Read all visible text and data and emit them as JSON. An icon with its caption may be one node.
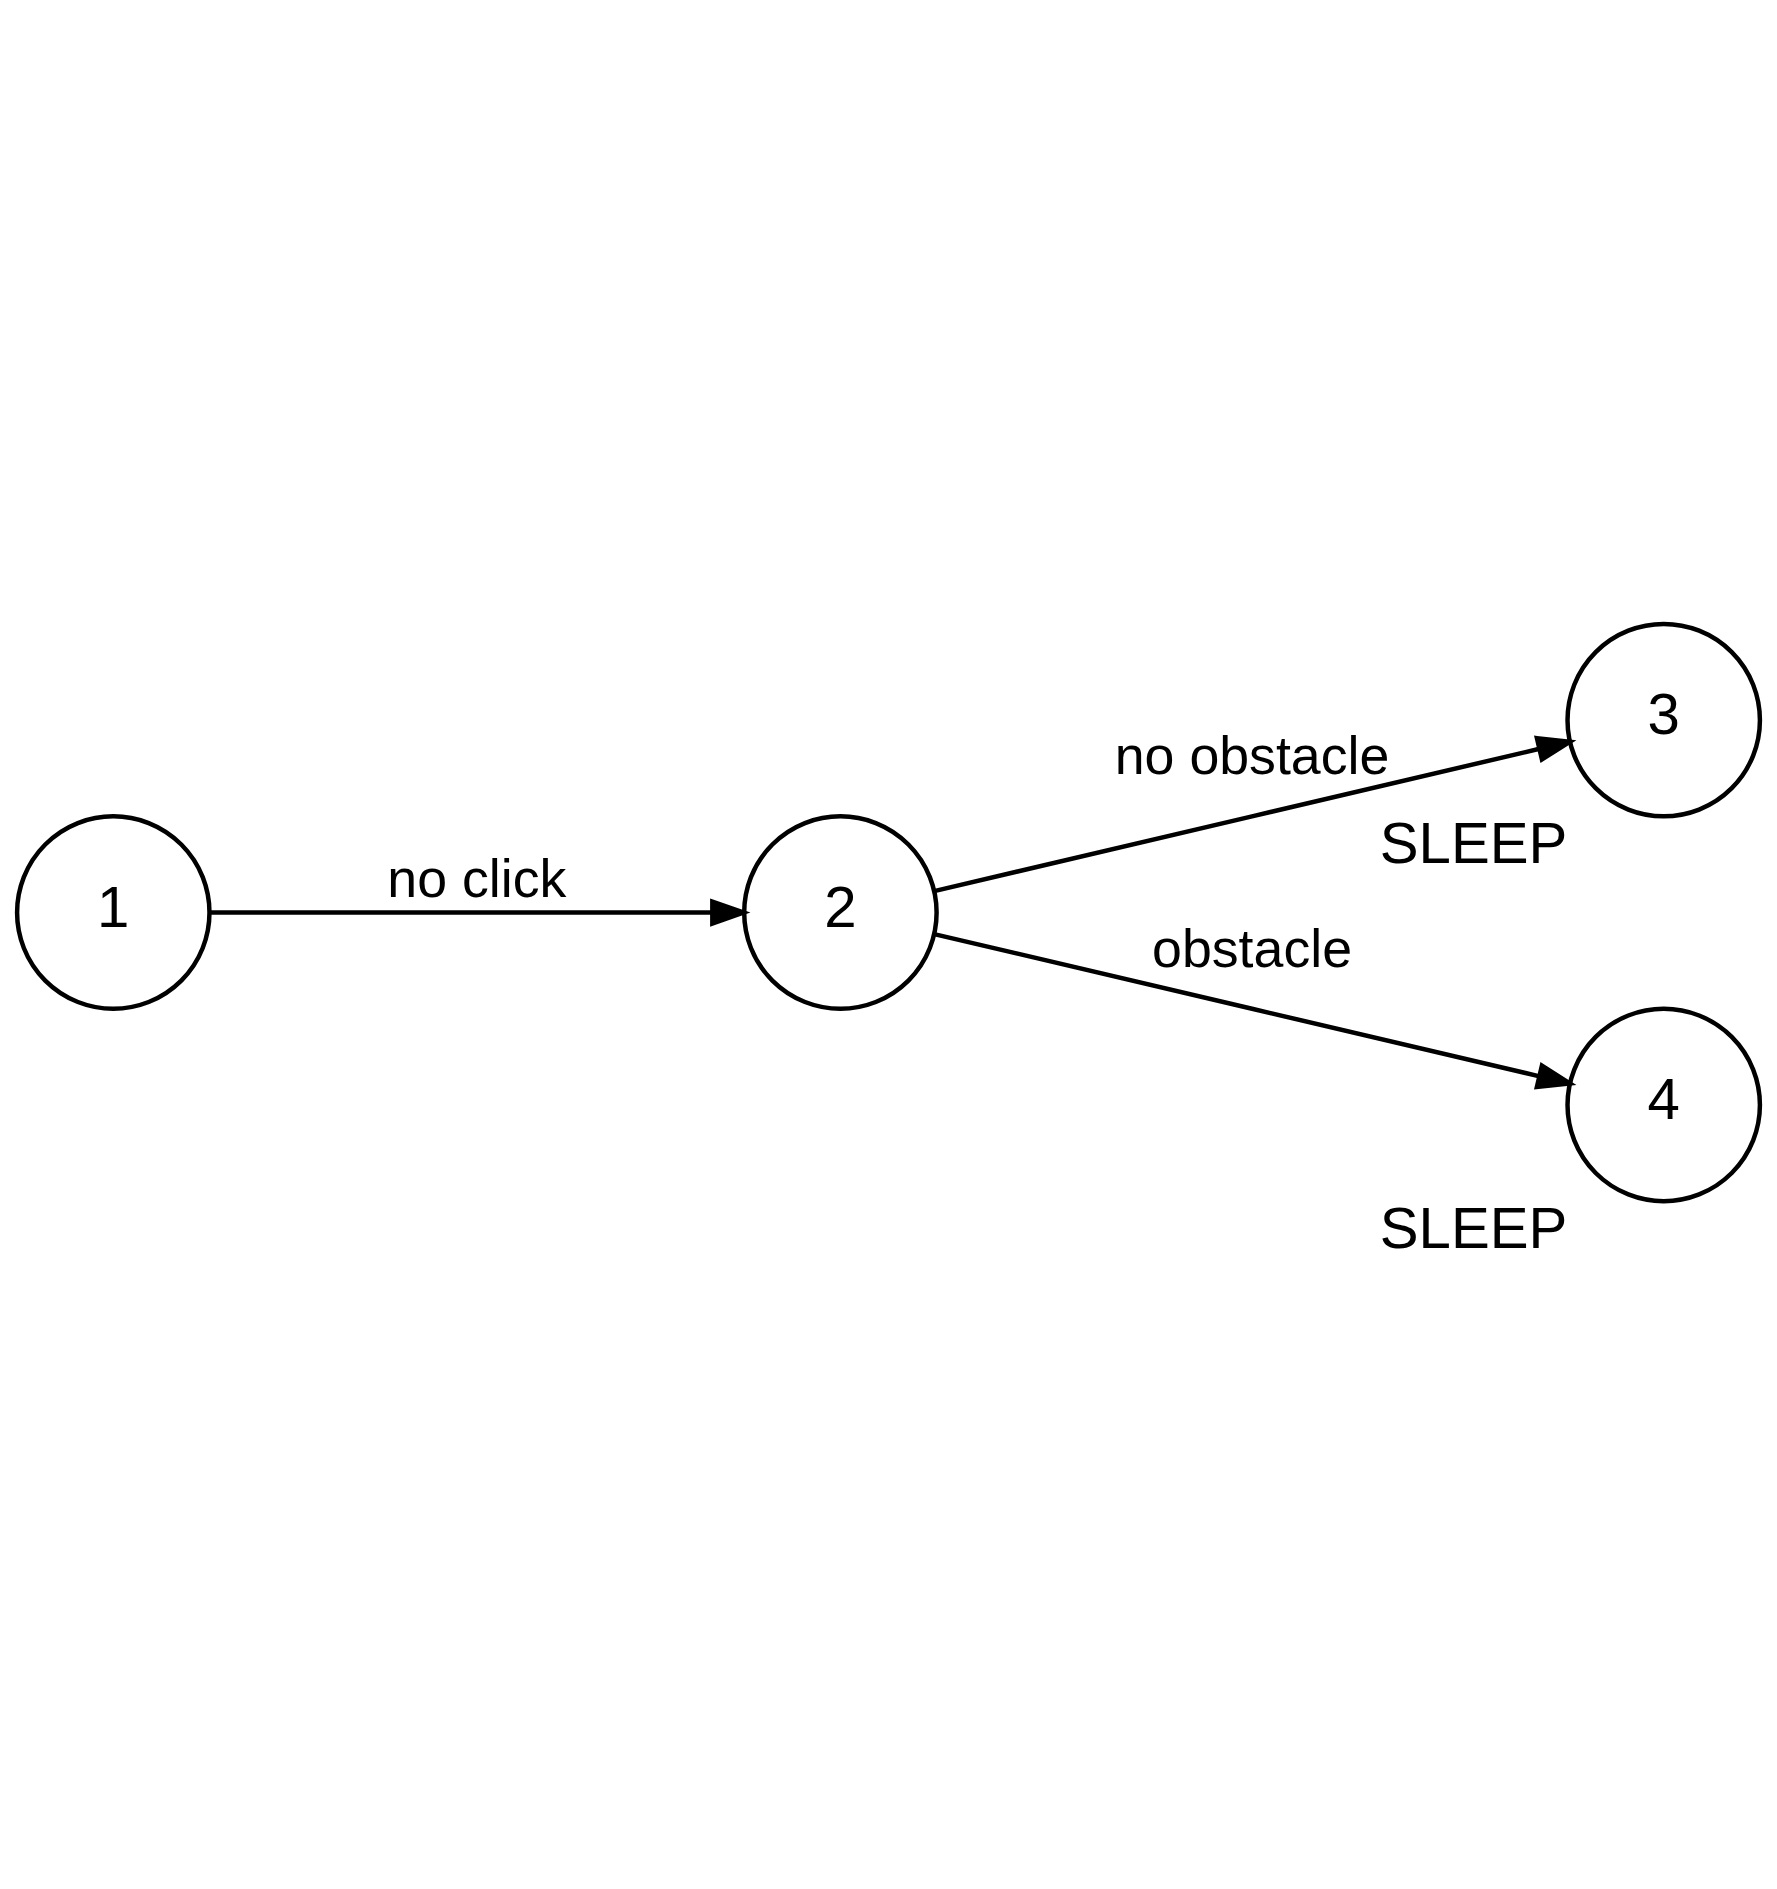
{
  "diagram": {
    "nodes": [
      {
        "text": [
          "1"
        ]
      },
      {
        "text": [
          "2"
        ]
      },
      {
        "text": [
          "3"
        ],
        "beside": [
          "SLEEP"
        ]
      },
      {
        "text": [
          "4"
        ],
        "beside": [
          "SLEEP"
        ]
      }
    ],
    "edges": [
      {
        "from": 0,
        "to": 1,
        "arrow": "to",
        "label": "no click"
      },
      {
        "from": 1,
        "to": 2,
        "arrow": "to",
        "label": "no obstacle"
      },
      {
        "from": 1,
        "to": 3,
        "arrow": "to",
        "label": "obstacle"
      }
    ]
  }
}
